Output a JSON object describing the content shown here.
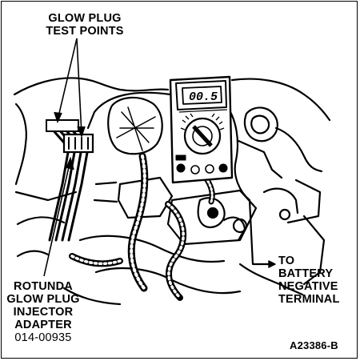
{
  "diagram": {
    "callouts": {
      "test_points": [
        "GLOW PLUG",
        "TEST POINTS"
      ],
      "adapter": [
        "ROTUNDA",
        "GLOW PLUG",
        "INJECTOR",
        "ADAPTER",
        "014-00935"
      ],
      "battery": [
        "TO",
        "BATTERY",
        "NEGATIVE",
        "TERMINAL"
      ]
    },
    "meter_reading": "00.5",
    "figure_id": "A23386-B"
  }
}
